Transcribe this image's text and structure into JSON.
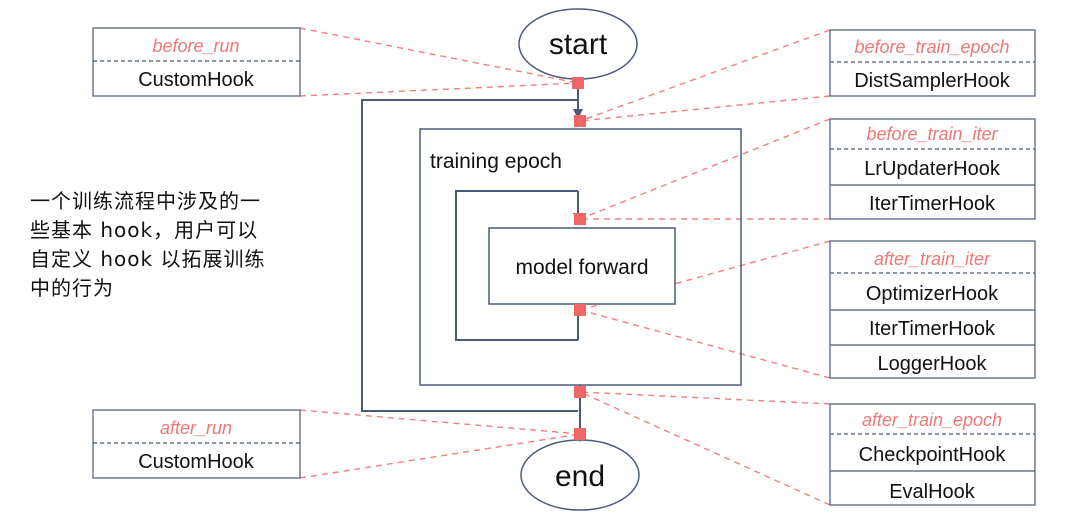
{
  "nodes": {
    "start": "start",
    "end": "end",
    "training_epoch": "training epoch",
    "model_forward": "model forward"
  },
  "description": "一个训练流程中涉及的一些基本 hook，用户可以自定义 hook 以拓展训练中的行为",
  "colors": {
    "connector": "#f08080",
    "marker": "#ee6666",
    "stroke": "#4a5a78",
    "label": "#ee7777"
  },
  "hook_groups": {
    "before_run": {
      "label": "before_run",
      "items": [
        "CustomHook"
      ]
    },
    "after_run": {
      "label": "after_run",
      "items": [
        "CustomHook"
      ]
    },
    "before_train_epoch": {
      "label": "before_train_epoch",
      "items": [
        "DistSamplerHook"
      ]
    },
    "before_train_iter": {
      "label": "before_train_iter",
      "items": [
        "LrUpdaterHook",
        "IterTimerHook"
      ]
    },
    "after_train_iter": {
      "label": "after_train_iter",
      "items": [
        "OptimizerHook",
        "IterTimerHook",
        "LoggerHook"
      ]
    },
    "after_train_epoch": {
      "label": "after_train_epoch",
      "items": [
        "CheckpointHook",
        "EvalHook"
      ]
    }
  }
}
